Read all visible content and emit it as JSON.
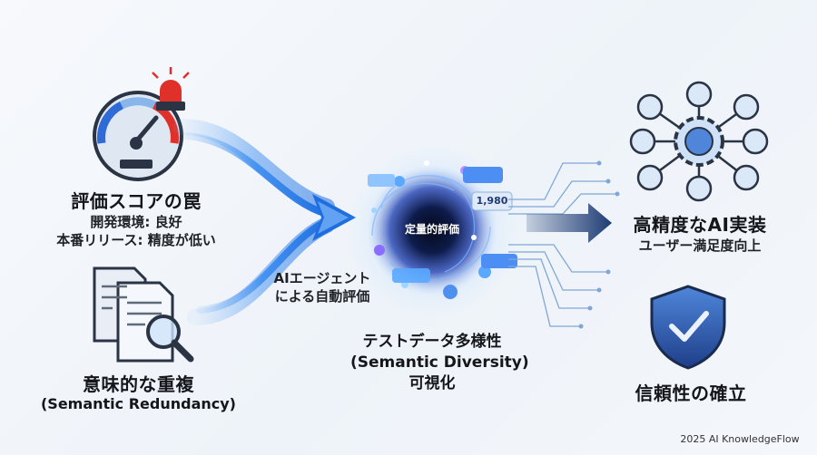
{
  "left_top": {
    "title": "評価スコアの罠",
    "line1": "開発環境: 良好",
    "line2": "本番リリース: 精度が低い"
  },
  "left_bottom": {
    "title": "意味的な重複",
    "subtitle": "(Semantic Redundancy)"
  },
  "arrow_label": {
    "line1": "AIエージェント",
    "line2": "による自動評価"
  },
  "center": {
    "inner_label": "定量的評価",
    "badge_number": "1,980",
    "title_line1": "テストデータ多様性",
    "title_line2": "(Semantic Diversity)",
    "title_line3": "可視化"
  },
  "right_top": {
    "title": "高精度なAI実装",
    "subtitle": "ユーザー満足度向上"
  },
  "right_bottom": {
    "title": "信頼性の確立"
  },
  "footer": {
    "credit": "2025 AI KnowledgeFlow"
  },
  "colors": {
    "accent_blue": "#2f6fd1",
    "dark_navy": "#1d3b73",
    "alarm_red": "#e0302a",
    "glow_blue": "#5aa8ff"
  }
}
